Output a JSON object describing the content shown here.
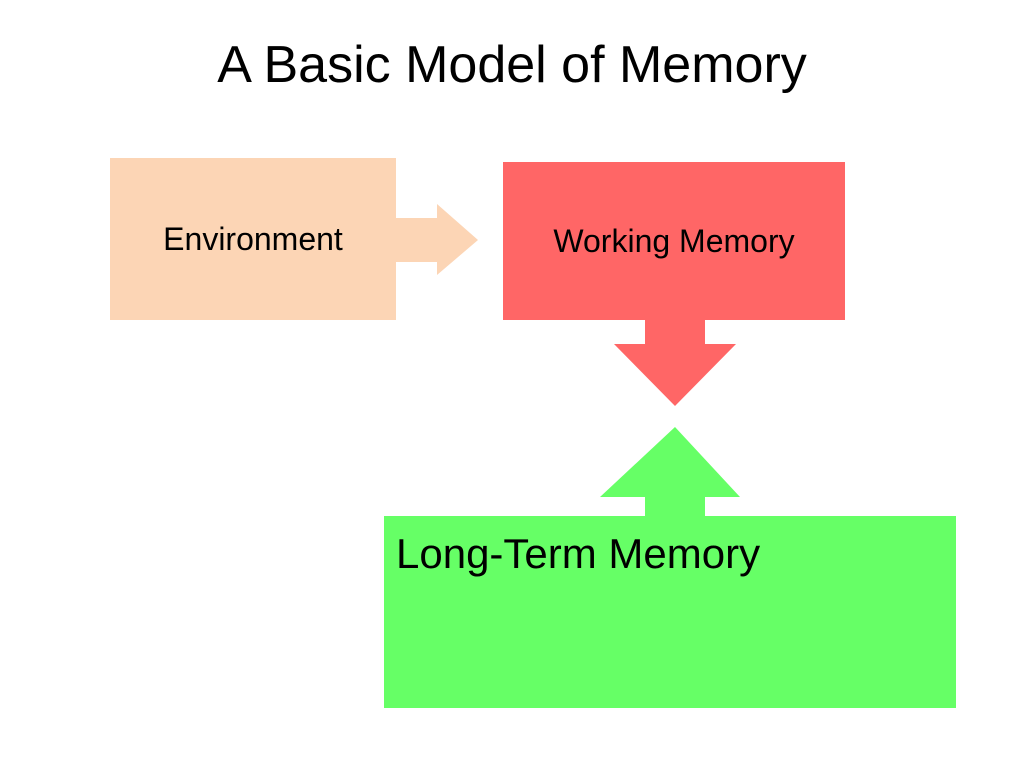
{
  "slide": {
    "title": "A Basic Model of Memory"
  },
  "nodes": {
    "environment": {
      "label": "Environment",
      "color": "#FCD5B5"
    },
    "working_memory": {
      "label": "Working Memory",
      "color": "#FF6666"
    },
    "long_term_memory": {
      "label": "Long-Term Memory",
      "color": "#66FF66"
    }
  },
  "edges": [
    {
      "from": "environment",
      "to": "working_memory",
      "shape": "right-arrow",
      "color": "#FCD5B5"
    },
    {
      "from": "working_memory",
      "to": "long_term_memory",
      "shape": "down-arrow",
      "color": "#FF6666"
    },
    {
      "from": "long_term_memory",
      "to": "working_memory",
      "shape": "up-arrow",
      "color": "#66FF66"
    }
  ]
}
